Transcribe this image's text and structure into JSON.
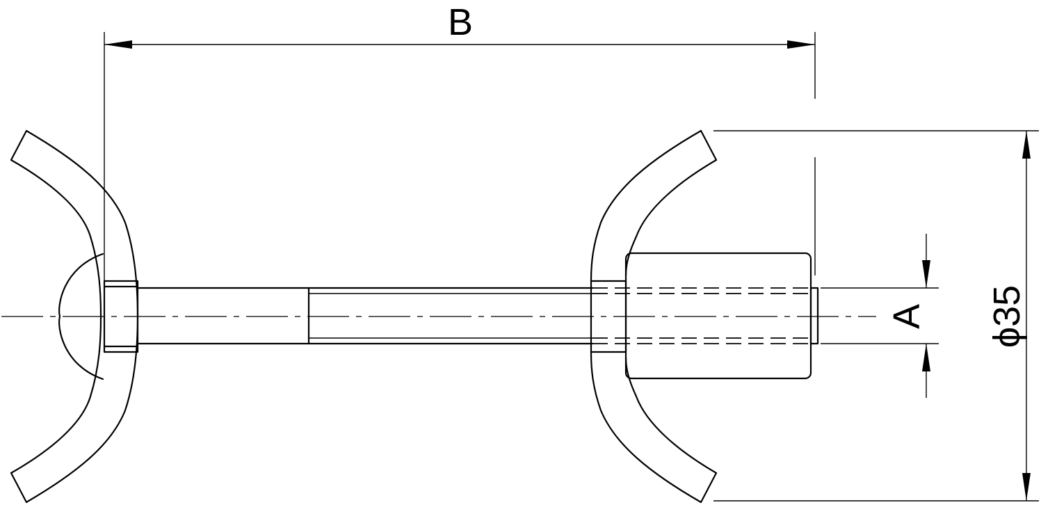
{
  "dimensions": {
    "length_label": "B",
    "thread_label": "A",
    "diameter_label": "ϕ35"
  }
}
